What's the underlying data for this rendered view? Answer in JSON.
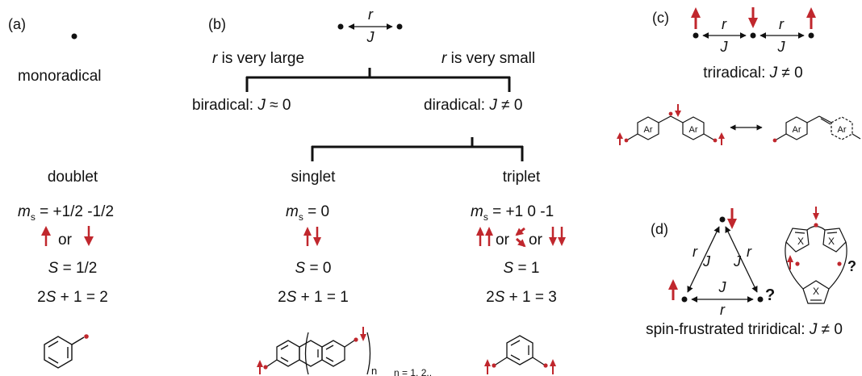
{
  "panel_a": {
    "label": "(a)",
    "title": "monoradical",
    "state": "doublet",
    "ms_symbol": "m",
    "ms_sub": "s",
    "ms_values": " = +1/2  -1/2",
    "or_text": "or",
    "s_symbol": "S",
    "s_value": " = 1/2",
    "mult_prefix": "2",
    "mult_s": "S",
    "mult_value": " + 1 = 2"
  },
  "panel_b": {
    "label": "(b)",
    "r_symbol": "r",
    "j_symbol": "J",
    "large_r": "r",
    "large_text": " is very large",
    "small_r": "r",
    "small_text": " is very small",
    "biradical_text": "biradical: ",
    "biradical_j": "J",
    "biradical_rel": " ≈ 0",
    "diradical_text": "diradical: ",
    "diradical_j": "J",
    "diradical_rel": " ≠ 0",
    "singlet": {
      "state": "singlet",
      "ms_symbol": "m",
      "ms_sub": "s",
      "ms_values": " = 0",
      "s_symbol": "S",
      "s_value": " = 0",
      "mult_prefix": "2",
      "mult_s": "S",
      "mult_value": " + 1 = 1",
      "n_sub": "n",
      "n_text": "n = 1, 2.."
    },
    "triplet": {
      "state": "triplet",
      "ms_symbol": "m",
      "ms_sub": "s",
      "ms_values": " = +1  0  -1",
      "or1": "or",
      "or2": "or",
      "s_symbol": "S",
      "s_value": " = 1",
      "mult_prefix": "2",
      "mult_s": "S",
      "mult_value": " + 1 = 3"
    }
  },
  "panel_c": {
    "label": "(c)",
    "r_symbol": "r",
    "j_symbol": "J",
    "title": "triradical: ",
    "title_j": "J",
    "title_rel": " ≠ 0",
    "ar_label": "Ar"
  },
  "panel_d": {
    "label": "(d)",
    "r_symbol": "r",
    "j_symbol": "J",
    "question": "?",
    "x_label": "X",
    "title": "spin-frustrated triridical: ",
    "title_j": "J",
    "title_rel": " ≠ 0"
  },
  "colors": {
    "spin_red": "#c0272d",
    "text": "#111111"
  }
}
